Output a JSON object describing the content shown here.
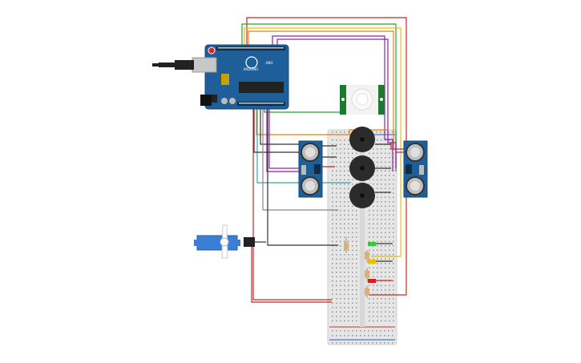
{
  "colors": {
    "background": "#ffffff",
    "arduino_board": "#1f5f99",
    "breadboard": "#e6e6e6",
    "rail_red": "#d32f2f",
    "rail_blue": "#1565c0",
    "wire_red": "#c62828",
    "wire_yellow": "#e8c000",
    "wire_green": "#2e9e3a",
    "wire_orange": "#f07e00",
    "wire_purple": "#8e24aa",
    "wire_teal": "#34a7a7",
    "wire_black": "#333333",
    "wire_gray": "#888888",
    "sensor_pcb": "#1f5f99",
    "pir_pcb": "#1a7a2e",
    "buzzer_body": "#2b2b2b",
    "servo_body": "#3a7fd5",
    "led_green": "#2ecc40",
    "led_yellow": "#e8c000",
    "led_red": "#d62020"
  },
  "components": {
    "arduino": {
      "icon": "arduino-uno-icon",
      "logo_text": "ARDUINO",
      "model_text": "UNO"
    },
    "usb": {
      "icon": "usb-cable-icon"
    },
    "pir_sensor": {
      "icon": "pir-motion-sensor-icon"
    },
    "ultrasonic_left": {
      "icon": "ultrasonic-sensor-icon"
    },
    "ultrasonic_right": {
      "icon": "ultrasonic-sensor-icon"
    },
    "buzzers": {
      "icon": "piezo-buzzer-icon",
      "count": 3
    },
    "servo": {
      "icon": "micro-servo-icon"
    },
    "leds": {
      "icon": "led-icon",
      "order": [
        "green",
        "yellow",
        "red"
      ]
    },
    "resistors": {
      "icon": "resistor-icon",
      "count": 4
    },
    "breadboard": {
      "icon": "breadboard-icon"
    }
  }
}
